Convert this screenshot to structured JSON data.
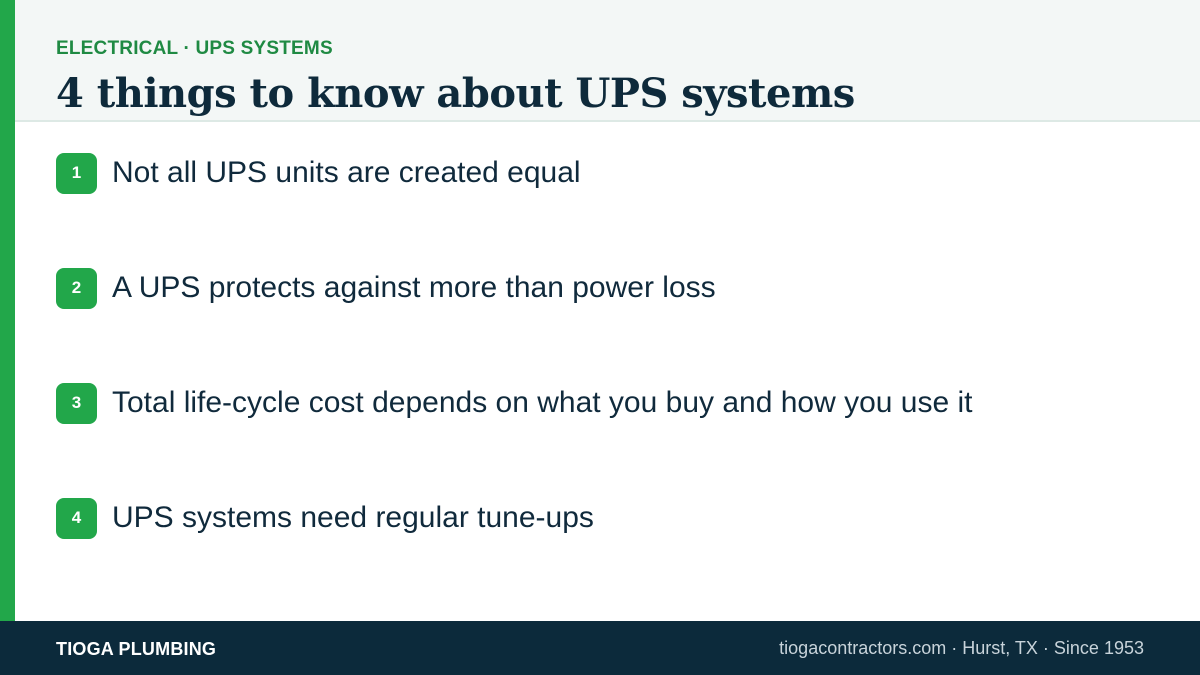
{
  "header": {
    "eyebrow": "ELECTRICAL · UPS SYSTEMS",
    "title": "4 things to know about UPS systems"
  },
  "items": [
    {
      "number": "1",
      "text": "Not all UPS units are created equal"
    },
    {
      "number": "2",
      "text": "A UPS protects against more than power loss"
    },
    {
      "number": "3",
      "text": "Total life-cycle cost depends on what you buy and how you use it"
    },
    {
      "number": "4",
      "text": "UPS systems need regular tune-ups"
    }
  ],
  "footer": {
    "brand": "TIOGA PLUMBING",
    "meta": "tiogacontractors.com · Hurst, TX · Since 1953"
  },
  "colors": {
    "accent": "#22a74a",
    "eyebrow": "#1f8a43",
    "navy": "#0c2a3b",
    "header_bg": "#f3f7f6"
  }
}
